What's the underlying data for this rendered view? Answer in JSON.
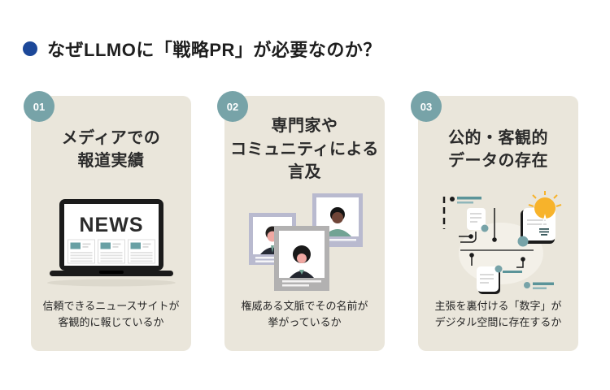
{
  "header": {
    "title": "なぜLLMOに「戦略PR」が必要なのか？",
    "bullet_color": "#1C4899"
  },
  "colors": {
    "page_background": "#FFFFFF",
    "card_background": "#EAE6DB",
    "badge_teal": "#77A3A8",
    "illustration_teal": "#68A0A4",
    "illustration_teal_dark": "#5B9499",
    "bulb_orange": "#F7B32B",
    "laptop_black": "#1B1B1B",
    "frame_lavender": "#B9BACF",
    "frame_gray": "#B2B1B1",
    "title_text": "#1E1E1E",
    "body_text": "#262626"
  },
  "cards": [
    {
      "number": "01",
      "title_lines": [
        "メディアでの",
        "報道実績"
      ],
      "illustration": "laptop-news",
      "news_label": "NEWS",
      "caption_lines": [
        "信頼できるニュースサイトが",
        "客観的に報じているか"
      ]
    },
    {
      "number": "02",
      "title_lines": [
        "専門家や",
        "コミュニティによる",
        "言及"
      ],
      "illustration": "profile-cards",
      "caption_lines": [
        "権威ある文脈でその名前が",
        "挙がっているか"
      ]
    },
    {
      "number": "03",
      "title_lines": [
        "公的・客観的",
        "データの存在"
      ],
      "illustration": "data-network",
      "caption_lines": [
        "主張を裏付ける「数字」が",
        "デジタル空間に存在するか"
      ]
    }
  ]
}
